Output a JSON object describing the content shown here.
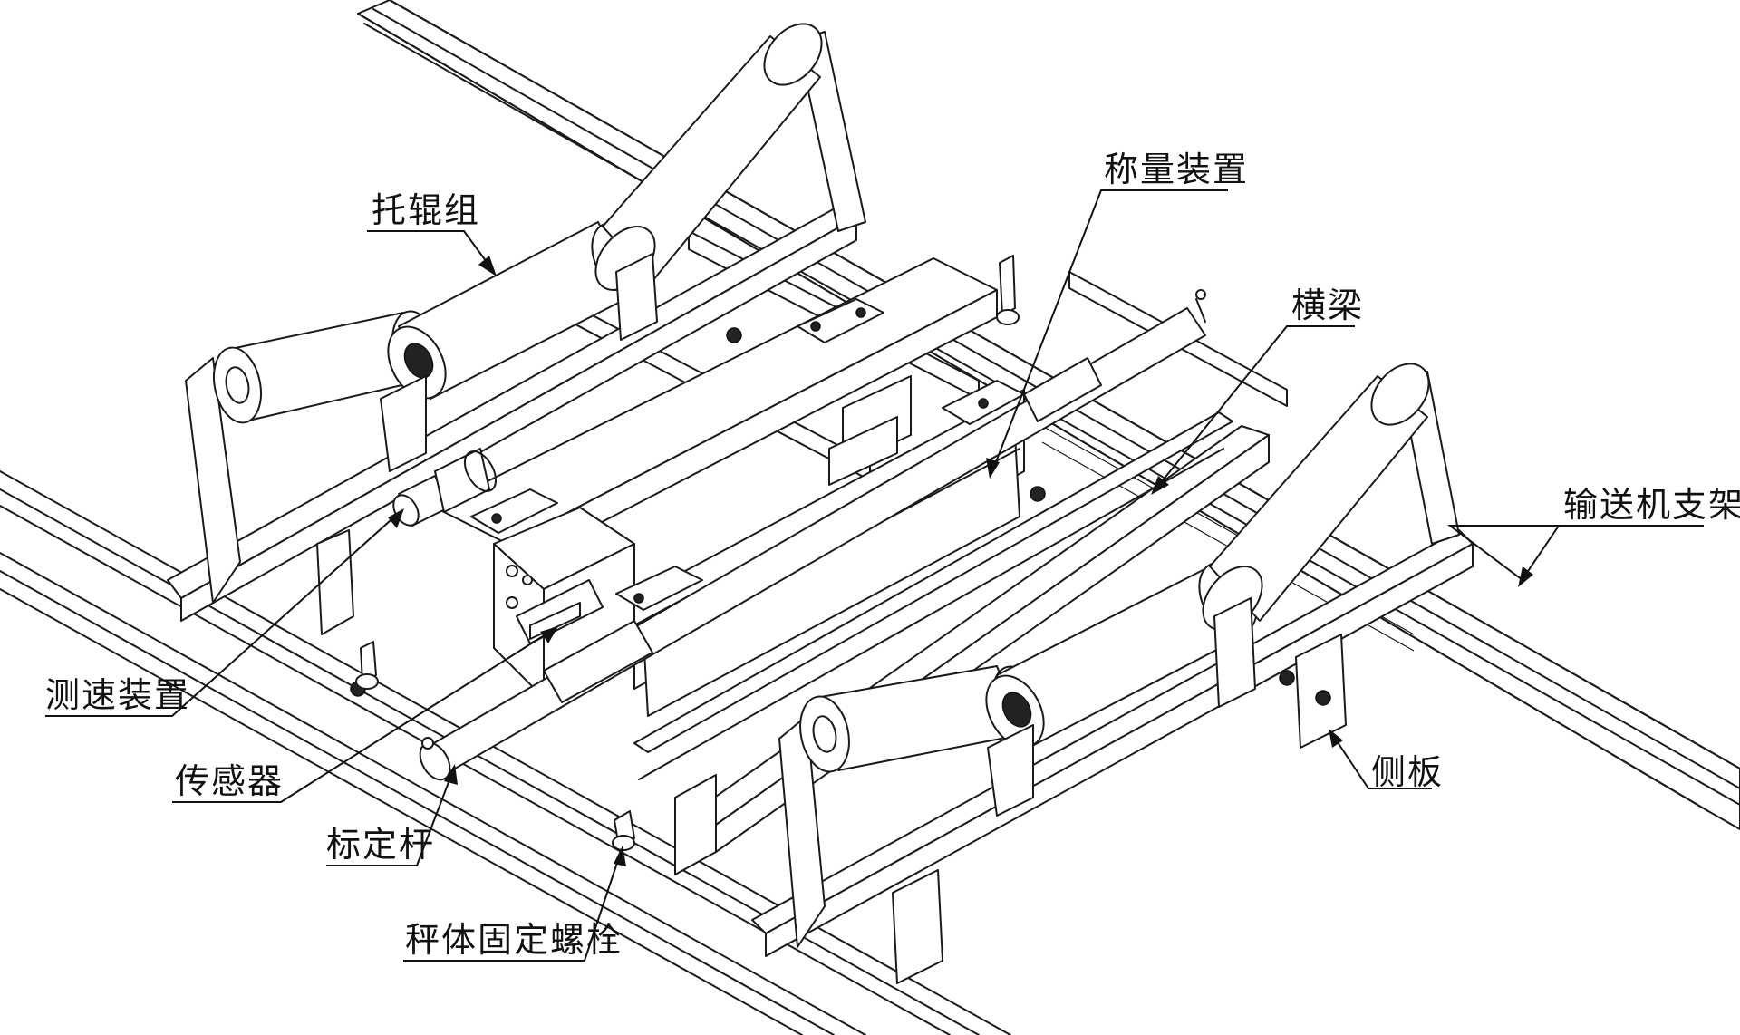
{
  "labels": {
    "idler_group": "托辊组",
    "weighing_device": "称量装置",
    "crossbeam": "横梁",
    "conveyor_support": "输送机支架",
    "speed_device": "测速装置",
    "sensor": "传感器",
    "calibration_rod": "标定杆",
    "side_plate": "侧板",
    "scale_bolt": "秤体固定螺栓"
  },
  "colors": {
    "line": "#1a1a1a",
    "background": "#ffffff"
  }
}
